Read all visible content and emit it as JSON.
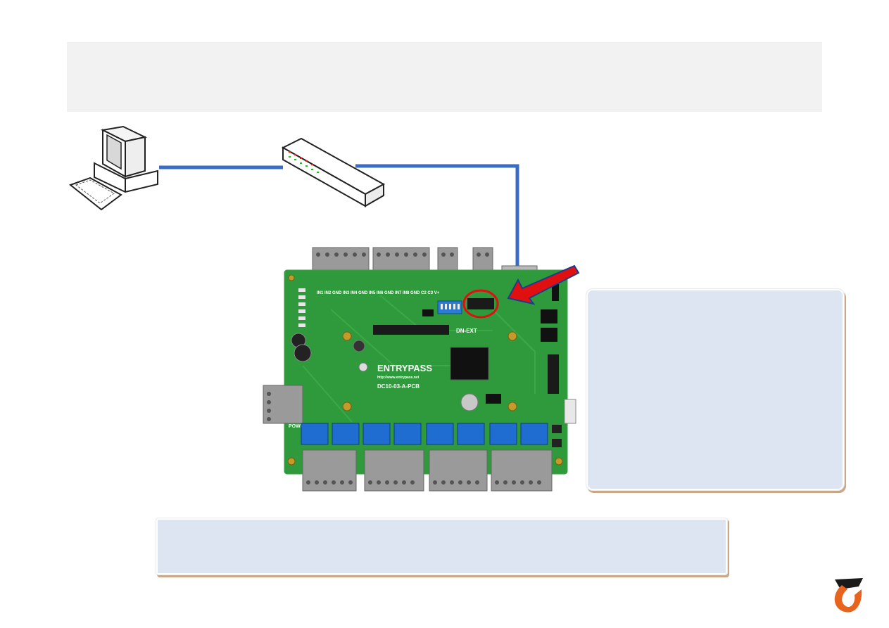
{
  "header": {
    "title": ""
  },
  "board": {
    "brand": "ENTRYPASS",
    "url": "http://www.entrypass.net",
    "model": "DC10-03-A-PCB",
    "ext_label": "DN-EXT",
    "power_label": "POWER",
    "terminal_row_top": "IN1 IN2 GND IN3 IN4 GND   IN5 IN6 GND IN7 IN8 GND   C2 C3 V+"
  },
  "info_box": {
    "text": ""
  },
  "bottom_note": {
    "text": ""
  },
  "colors": {
    "link_cable": "#3a6cc4",
    "pcb_green": "#2f9a3c",
    "highlight_circle": "#e01010",
    "arrow_red": "#e01010",
    "arrow_outline": "#1f3b8f",
    "box_fill": "#dde5f2",
    "logo_orange": "#e8641e"
  },
  "icons": [
    "computer-icon",
    "network-switch-icon",
    "controller-board-image",
    "pointer-arrow-icon",
    "logo-icon"
  ]
}
